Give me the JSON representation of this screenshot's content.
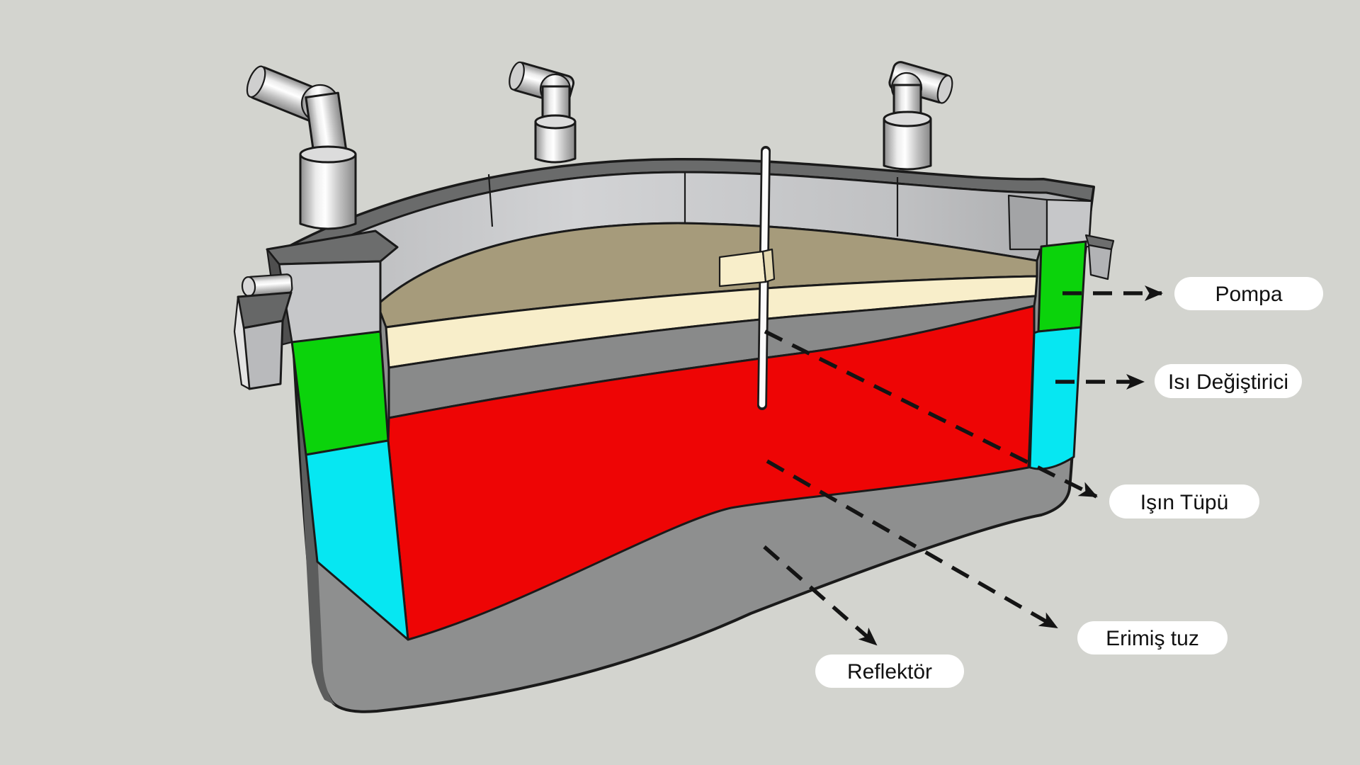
{
  "diagram": {
    "kind": "molten-salt-reactor-cutaway",
    "language": "tr"
  },
  "labels": {
    "pump": "Pompa",
    "heat_exchanger": "Isı Değiştirici",
    "ray_tube": "Işın Tüpü",
    "molten_salt": "Erimiş tuz",
    "reflector": "Reflektör"
  },
  "colors": {
    "background": "#d3d4cf",
    "vessel_gray": "#8e8f8f",
    "molten_salt_red": "#ee0505",
    "pump_green": "#0bd30b",
    "heat_exchanger_cyan": "#06e7f2",
    "reflector_tan": "#a69b7b",
    "reflector_cream": "#f8eeca",
    "label_background": "#ffffff",
    "label_text": "#111111"
  }
}
